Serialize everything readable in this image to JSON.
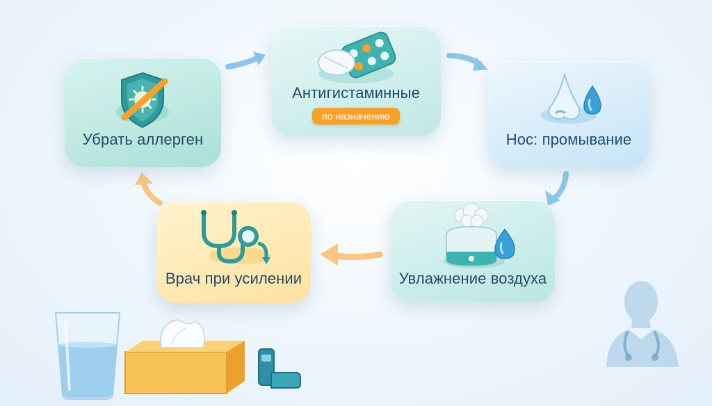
{
  "steps": {
    "allergen": {
      "label": "Убрать аллерген",
      "icon": "shield-virus-icon"
    },
    "antihistamines": {
      "label": "Антигистаминные",
      "badge": "по назначению",
      "icon": "pills-icon"
    },
    "nose": {
      "label": "Нос: промывание",
      "icon": "nose-drop-icon"
    },
    "humidifier": {
      "label": "Увлажнение воздуха",
      "icon": "humidifier-icon"
    },
    "doctor": {
      "label": "Врач при усилении",
      "icon": "stethoscope-icon"
    }
  },
  "colors": {
    "teal": "#3aa6a8",
    "orange": "#f6a12a",
    "arrow_blue": "#8cc6ea",
    "arrow_orange": "#f9c77e",
    "text": "#244a6a"
  }
}
